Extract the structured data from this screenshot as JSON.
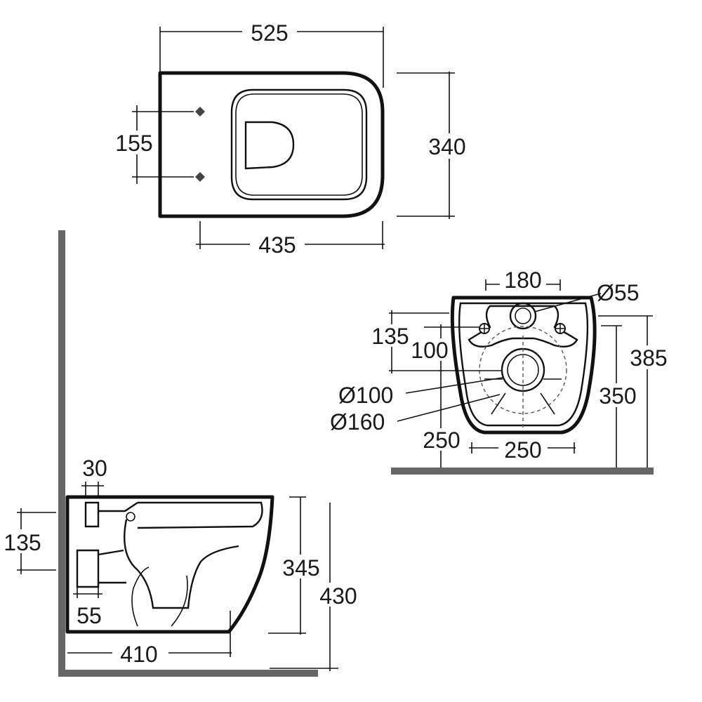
{
  "top_view": {
    "dims": {
      "length": "525",
      "width": "340",
      "fixing_spacing": "155",
      "depth_inner": "435"
    }
  },
  "rear_view": {
    "dims": {
      "fixing_centres": "180",
      "inlet_dia": "Ø55",
      "fix_height_a": "135",
      "fix_height_b": "100",
      "outlet_dia": "Ø100",
      "outlet_ring_dia": "Ø160",
      "outlet_height": "250",
      "base_width": "250",
      "pan_height": "350",
      "total_height": "385"
    }
  },
  "side_view": {
    "dims": {
      "inlet_offset": "30",
      "inlet_height": "135",
      "outlet_offset": "55",
      "projection": "410",
      "pan_height": "345",
      "rim_height": "430"
    }
  }
}
